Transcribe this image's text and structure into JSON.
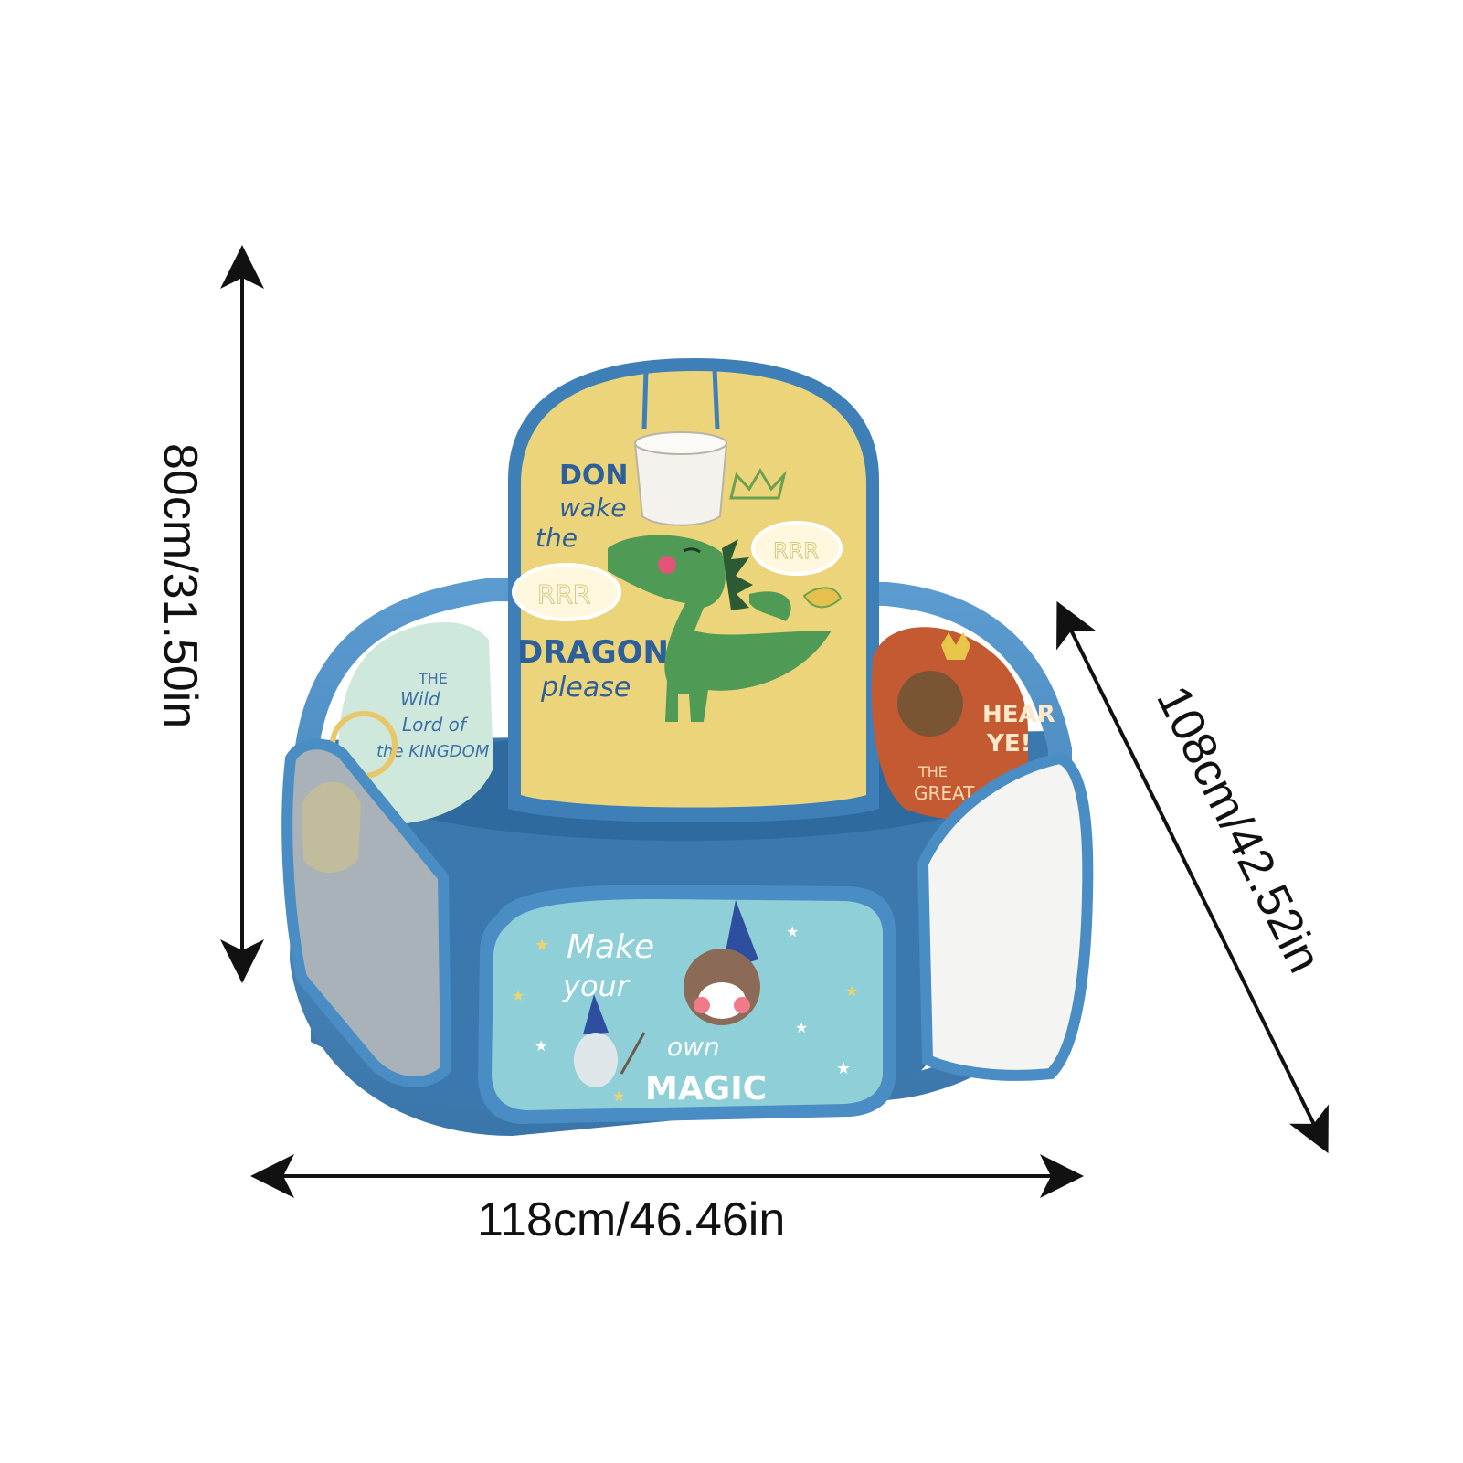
{
  "dimensions": {
    "height_label": "80cm/31.50in",
    "width_label": "118cm/46.46in",
    "depth_label": "108cm/42.52in"
  },
  "panels": {
    "back": {
      "lines": [
        "DON",
        "wake",
        "the",
        "DRAGON,",
        "please"
      ],
      "bubble_1": "RRR",
      "bubble_2": "RRR"
    },
    "left": {
      "lines": [
        "THE",
        "Wild",
        "Lord of",
        "the KINGDOM"
      ]
    },
    "right": {
      "lines": [
        "HEAR",
        "YE!",
        "THE",
        "GREAT"
      ]
    },
    "front": {
      "lines": [
        "Make",
        "your",
        "own",
        "MAGIC"
      ]
    }
  },
  "colors": {
    "frame_blue": "#4a8cc4",
    "inner_blue": "#3e7fb6",
    "yellow_panel": "#ecd47a",
    "mint_panel": "#cfe8dc",
    "rust_panel": "#c45a32",
    "front_panel": "#8fd0d8",
    "mesh_grey": "#a9b2b8",
    "white_mesh": "#f4f4f2",
    "dragon_green": "#4f9a55",
    "arrow": "#111111"
  }
}
